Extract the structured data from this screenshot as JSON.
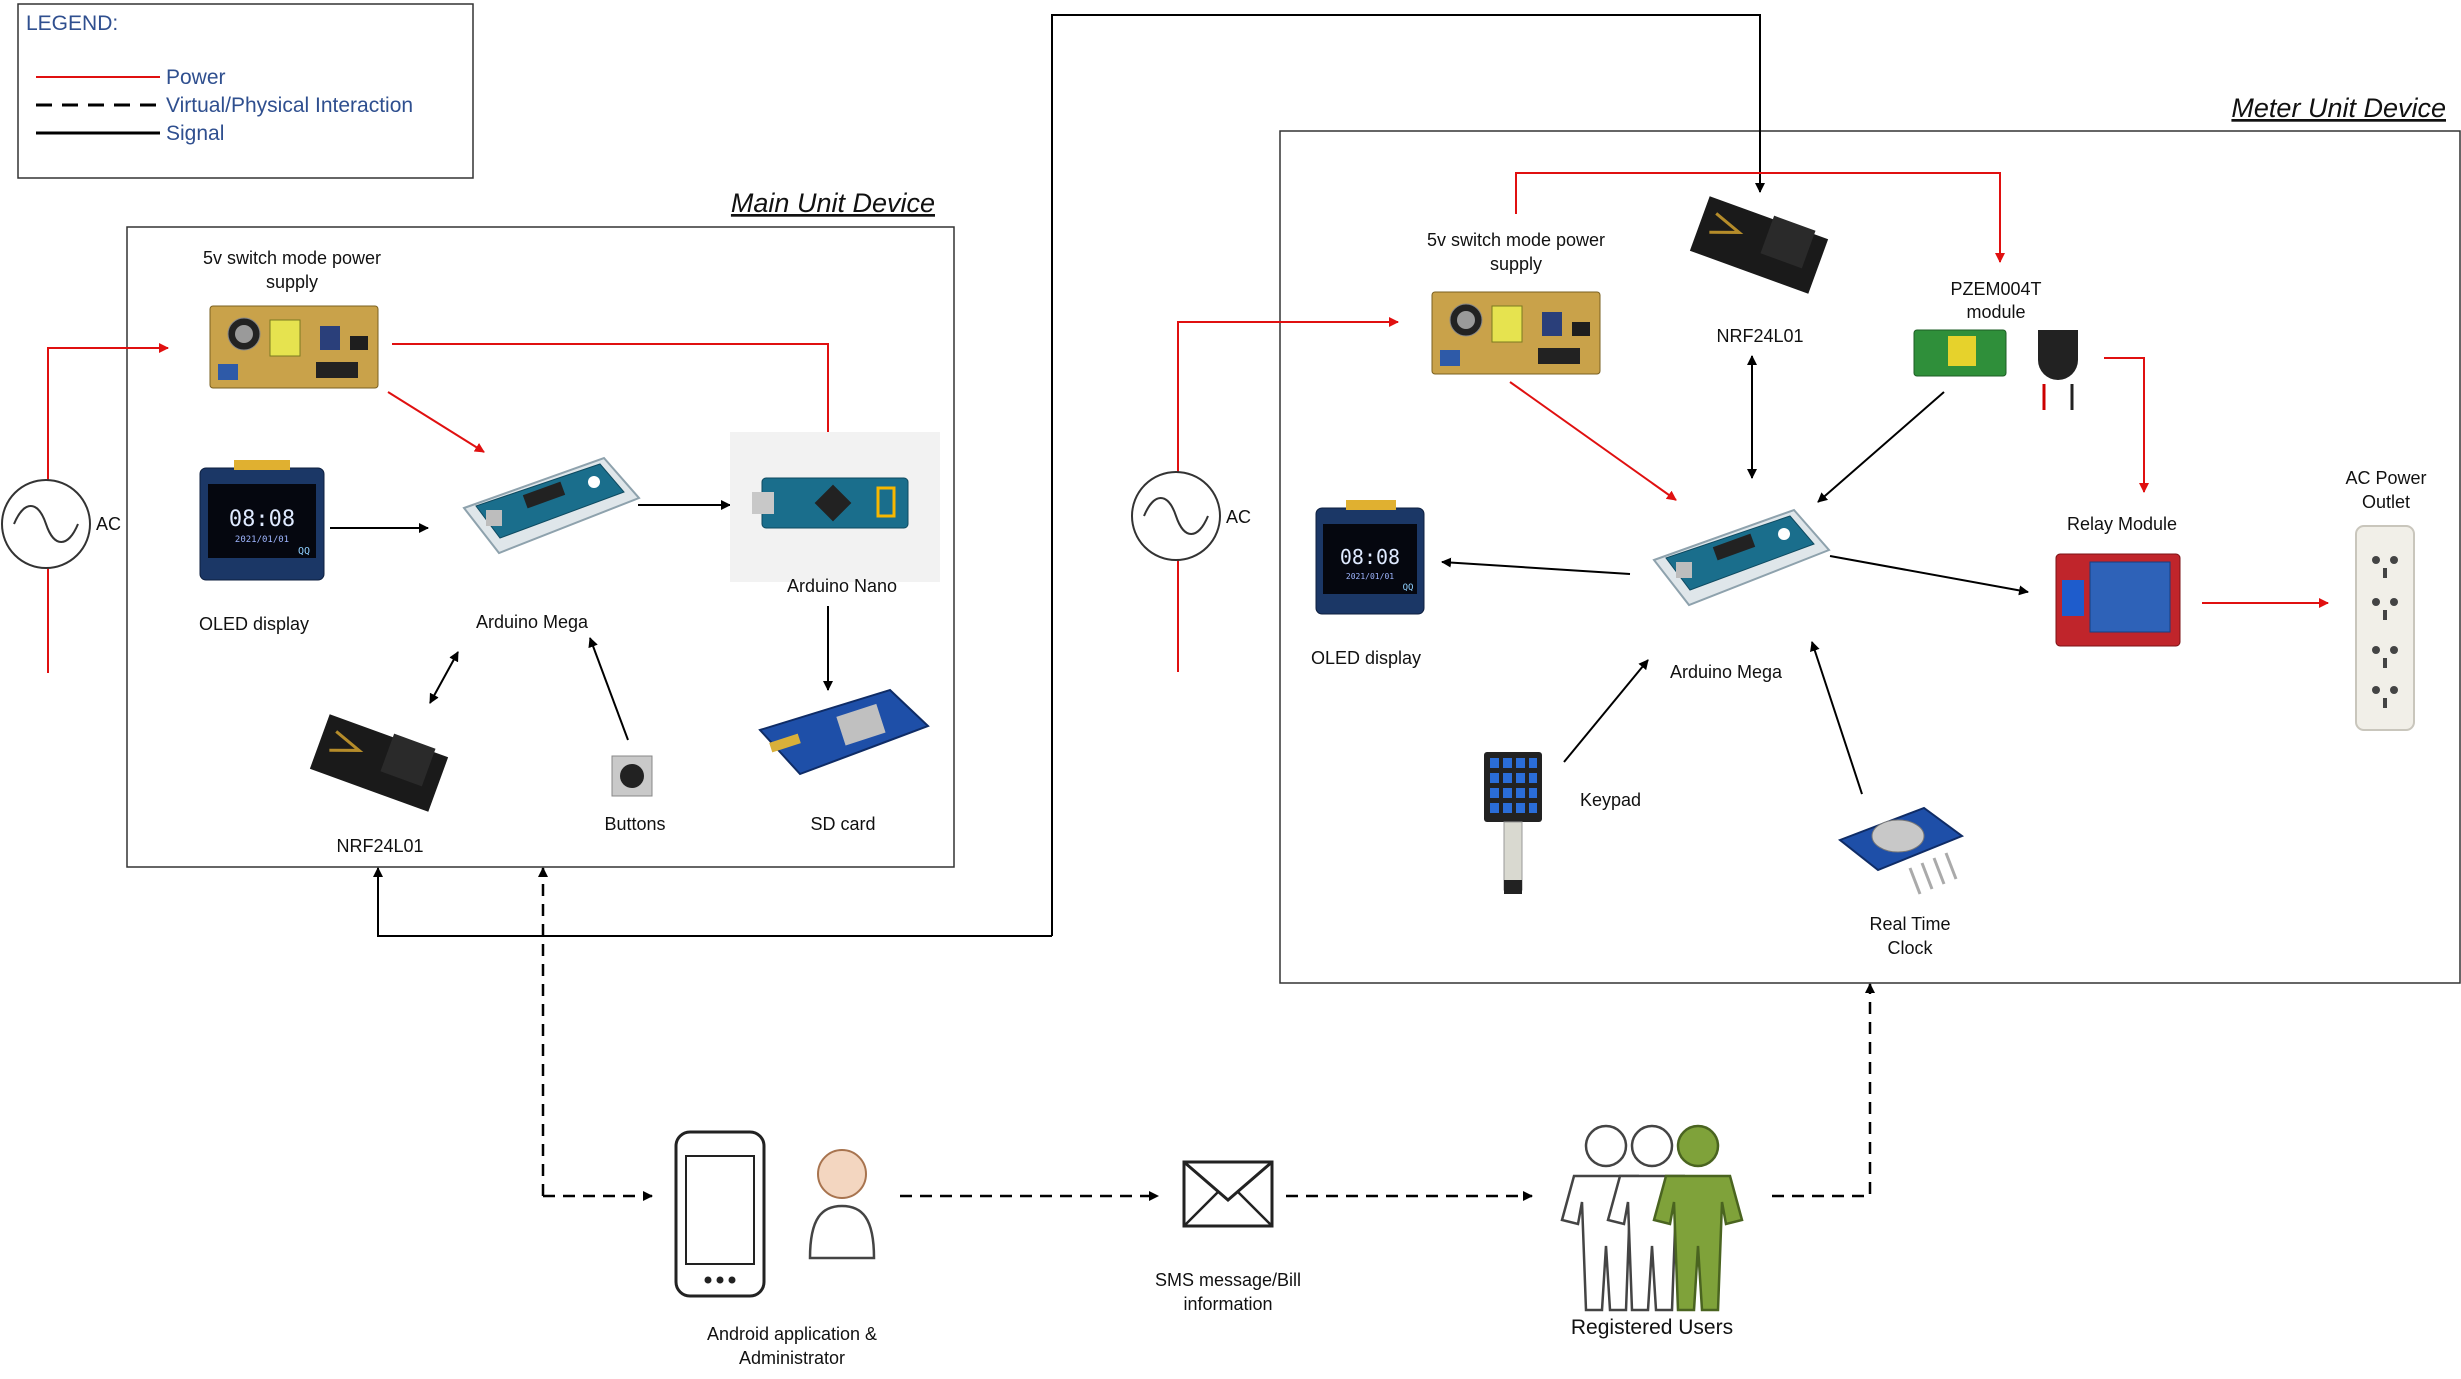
{
  "legend": {
    "title": "LEGEND:",
    "items": [
      {
        "label": "Power",
        "color": "#e01010",
        "style": "solid"
      },
      {
        "label": "Virtual/Physical Interaction",
        "color": "#000000",
        "style": "dashed"
      },
      {
        "label": "Signal",
        "color": "#000000",
        "style": "solid"
      }
    ]
  },
  "main_unit": {
    "title": "Main Unit Device",
    "power_supply": [
      "5v switch mode power",
      "supply"
    ],
    "oled": "OLED display",
    "mega": "Arduino Mega",
    "nano": "Arduino Nano",
    "nrf": "NRF24L01",
    "buttons": "Buttons",
    "sd": "SD card",
    "ac": "AC"
  },
  "meter_unit": {
    "title": "Meter Unit Device",
    "power_supply": [
      "5v switch mode power",
      "supply"
    ],
    "nrf": "NRF24L01",
    "pzem": [
      "PZEM004T",
      "module"
    ],
    "oled": "OLED display",
    "mega": "Arduino Mega",
    "relay": "Relay Module",
    "outlet": [
      "AC Power",
      "Outlet"
    ],
    "keypad": "Keypad",
    "rtc": [
      "Real Time",
      "Clock"
    ],
    "ac": "AC"
  },
  "bottom": {
    "android": [
      "Android application &",
      "Administrator"
    ],
    "sms": [
      "SMS message/Bill",
      "information"
    ],
    "users": "Registered Users"
  },
  "oled_screen": {
    "time": "08:08",
    "date": "2021/01/01",
    "tag": "QQ"
  },
  "colors": {
    "power": "#e01010",
    "signal": "#000000",
    "pcb_blue": "#1a6e8c",
    "users_green": "#7fa23a"
  }
}
